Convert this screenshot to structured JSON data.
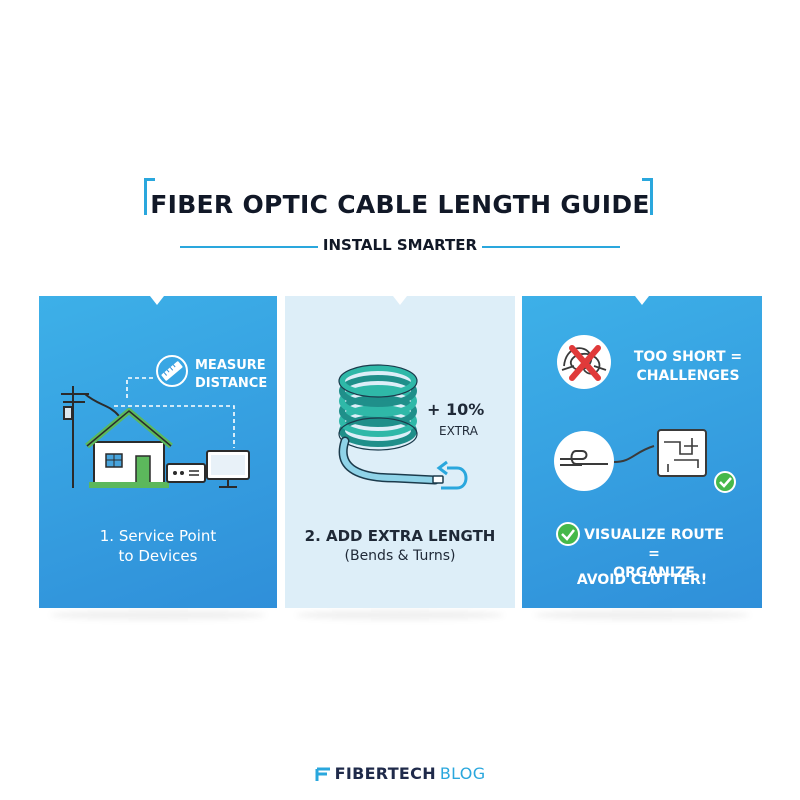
{
  "header": {
    "title": "FIBER OPTIC CABLE LENGTH GUIDE",
    "subtitle": "INSTALL SMARTER"
  },
  "panels": [
    {
      "callout": [
        "MEASURE",
        "DISTANCE"
      ],
      "caption": [
        "1. Service Point",
        "to Devices"
      ],
      "icons": [
        "ruler-icon",
        "utility-pole-icon",
        "house-icon",
        "modem-icon",
        "monitor-icon"
      ]
    },
    {
      "callout": [
        "+ 10%",
        "EXTRA"
      ],
      "caption": [
        "2. ADD EXTRA LENGTH",
        "(Bends & Turns)"
      ],
      "icons": [
        "cable-coil-icon",
        "curved-arrow-icon"
      ]
    },
    {
      "warning": [
        "TOO SHORT =",
        "CHALLENGES"
      ],
      "tip": [
        "VISUALIZE ROUTE =",
        "ORGANIZE"
      ],
      "closing": "AVOID CLUTTER!",
      "icons": [
        "tangled-cable-icon",
        "x-mark-icon",
        "route-map-icon",
        "check-icon"
      ]
    }
  ],
  "footer": {
    "brand": "FIBERTECH",
    "suffix": "BLOG",
    "icon": "fibertech-logo-icon"
  },
  "colors": {
    "accent": "#2aa7dd",
    "panel_blue": "#3db0e8",
    "panel_light": "#ddeef8",
    "house_green": "#5cb85c",
    "warning_red": "#e03a3a",
    "check_green": "#46b84a"
  }
}
